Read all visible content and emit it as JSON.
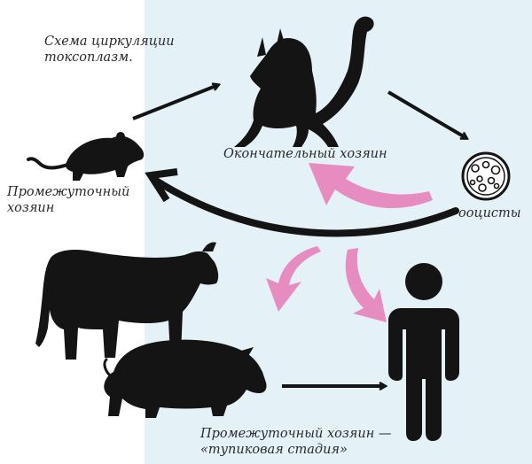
{
  "title": {
    "line1": "Схема циркуляции",
    "line2": "токсоплазм."
  },
  "labels": {
    "final_host": "Окончательный хозяин",
    "intermediate_host_line1": "Промежуточный",
    "intermediate_host_line2": "хозяин",
    "oocysts": "ооцисты",
    "dead_end_line1": "Промежуточный хозяин —",
    "dead_end_line2": "«тупиковая стадия»"
  },
  "colors": {
    "panel": "#e4f2f8",
    "silhouette": "#141414",
    "pink_arrow": "#e68cc0",
    "text": "#2a2a2a"
  }
}
